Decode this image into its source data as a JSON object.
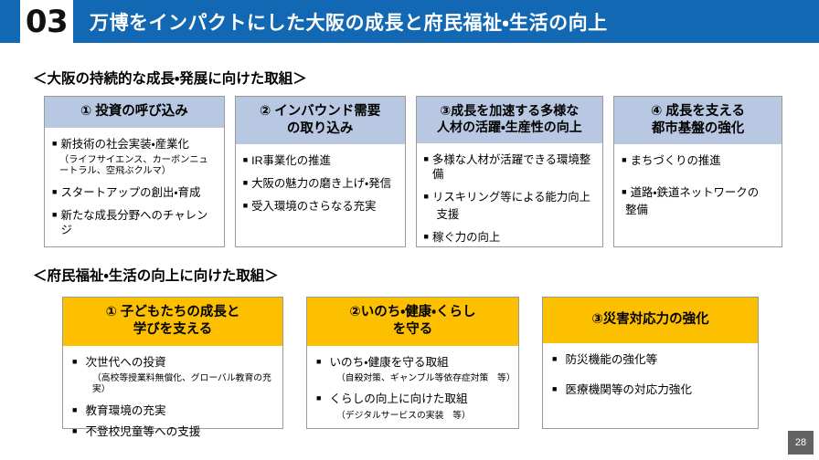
{
  "header": {
    "number": "03",
    "title": "万博をインパクトにした大阪の成長と府民福祉・生活の向上",
    "bar_color": "#1268b3"
  },
  "sections": [
    {
      "heading": "＜大阪の持続的な成長・発展に向けた取組＞",
      "accent_color": "#b9c8e2",
      "cards": [
        {
          "title": "① 投資の呼び込み",
          "items": [
            {
              "marker": "■",
              "text": "新技術の社会実装・産業化"
            },
            {
              "note": "（ライフサイエンス、カーボンニュートラル、空飛ぶクルマ）"
            },
            {
              "marker": "■",
              "text": "スタートアップの創出・育成"
            },
            {
              "marker": "■",
              "text": "新たな成長分野へのチャレンジ"
            }
          ]
        },
        {
          "title": "② インバウンド需要\nの取り込み",
          "items": [
            {
              "marker": "■",
              "text": "IR事業化の推進"
            },
            {
              "marker": "■",
              "text": "大阪の魅力の磨き上げ・発信"
            },
            {
              "marker": "■",
              "text": "受入環境のさらなる充実"
            }
          ]
        },
        {
          "title": "③成長を加速する多様な\n人材の活躍・生産性の向上",
          "items": [
            {
              "marker": "■",
              "text": "多様な人材が活躍できる環境整備"
            },
            {
              "marker": "■",
              "text": "リスキリング等による能力向上"
            },
            {
              "cont": "支援"
            },
            {
              "marker": "■",
              "text": "稼ぐ力の向上"
            }
          ]
        },
        {
          "title": "④ 成長を支える\n都市基盤の強化",
          "items": [
            {
              "marker": "■",
              "text": "まちづくりの推進"
            },
            {
              "marker": "■",
              "text": "道路・鉄道ネットワークの"
            },
            {
              "cont": "整備"
            }
          ]
        }
      ]
    },
    {
      "heading": "＜府民福祉・生活の向上に向けた取組＞",
      "accent_color": "#fcc000",
      "cards": [
        {
          "title": "① 子どもたちの成長と\n学びを支える",
          "items": [
            {
              "marker": "■",
              "text": "次世代への投資"
            },
            {
              "note": "（高校等授業料無償化、グローバル教育の充実）"
            },
            {
              "marker": "■",
              "text": "教育環境の充実"
            },
            {
              "marker": "■",
              "text": "不登校児童等への支援"
            }
          ]
        },
        {
          "title": "②いのち・健康・くらし\nを守る",
          "items": [
            {
              "marker": "■",
              "text": "いのち・健康を守る取組"
            },
            {
              "note": "（自殺対策、ギャンブル等依存症対策　等）"
            },
            {
              "marker": "■",
              "text": "くらしの向上に向けた取組"
            },
            {
              "note": "（デジタルサービスの実装　等）"
            }
          ]
        },
        {
          "title": "③災害対応力の強化",
          "items": [
            {
              "marker": "■",
              "text": "防災機能の強化等"
            },
            {
              "marker": "■",
              "text": "医療機関等の対応力強化"
            }
          ]
        }
      ]
    }
  ],
  "footer": {
    "page_number": "28"
  }
}
